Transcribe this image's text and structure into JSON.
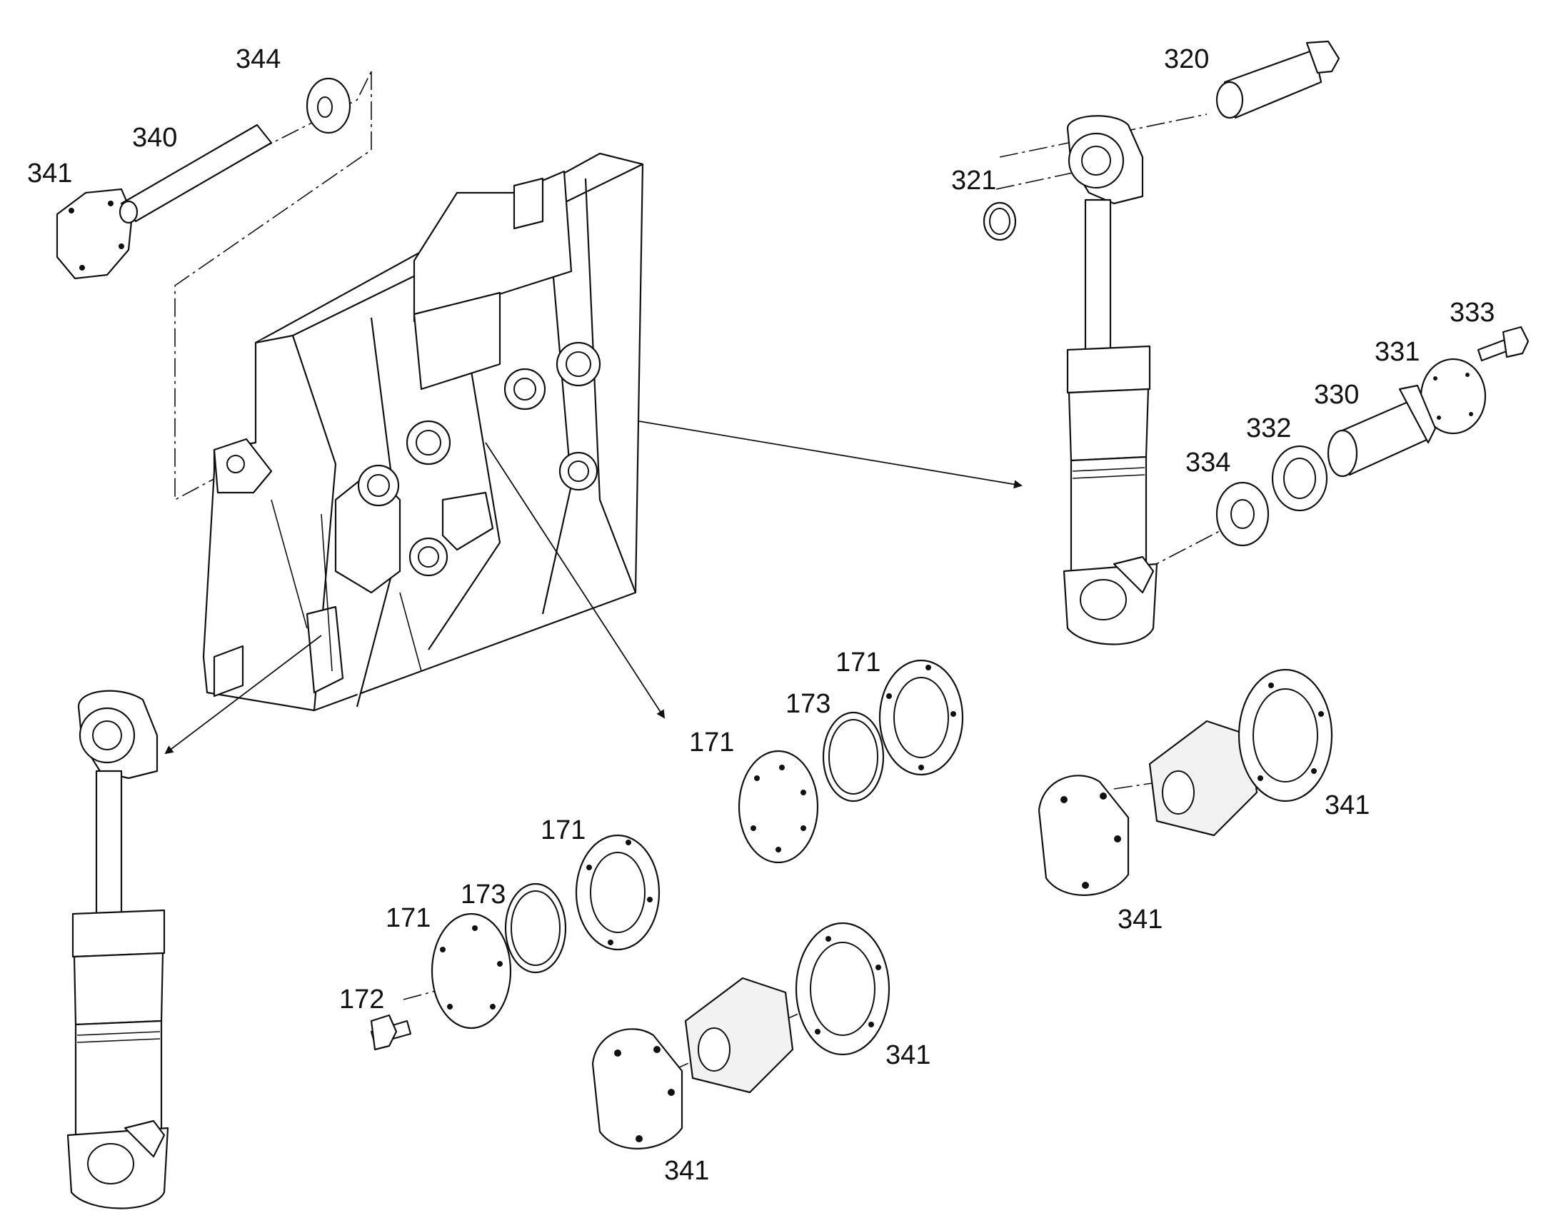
{
  "callouts": [
    {
      "id": "c344",
      "text": "344"
    },
    {
      "id": "c340",
      "text": "340"
    },
    {
      "id": "c341a",
      "text": "341"
    },
    {
      "id": "c320",
      "text": "320"
    },
    {
      "id": "c321",
      "text": "321"
    },
    {
      "id": "c333",
      "text": "333"
    },
    {
      "id": "c331",
      "text": "331"
    },
    {
      "id": "c330",
      "text": "330"
    },
    {
      "id": "c332",
      "text": "332"
    },
    {
      "id": "c334",
      "text": "334"
    },
    {
      "id": "c171a",
      "text": "171"
    },
    {
      "id": "c173a",
      "text": "173"
    },
    {
      "id": "c171b",
      "text": "171"
    },
    {
      "id": "c341b",
      "text": "341"
    },
    {
      "id": "c341c",
      "text": "341"
    },
    {
      "id": "c171c",
      "text": "171"
    },
    {
      "id": "c173b",
      "text": "173"
    },
    {
      "id": "c171d",
      "text": "171"
    },
    {
      "id": "c172",
      "text": "172"
    },
    {
      "id": "c341d",
      "text": "341"
    },
    {
      "id": "c341e",
      "text": "341"
    }
  ]
}
